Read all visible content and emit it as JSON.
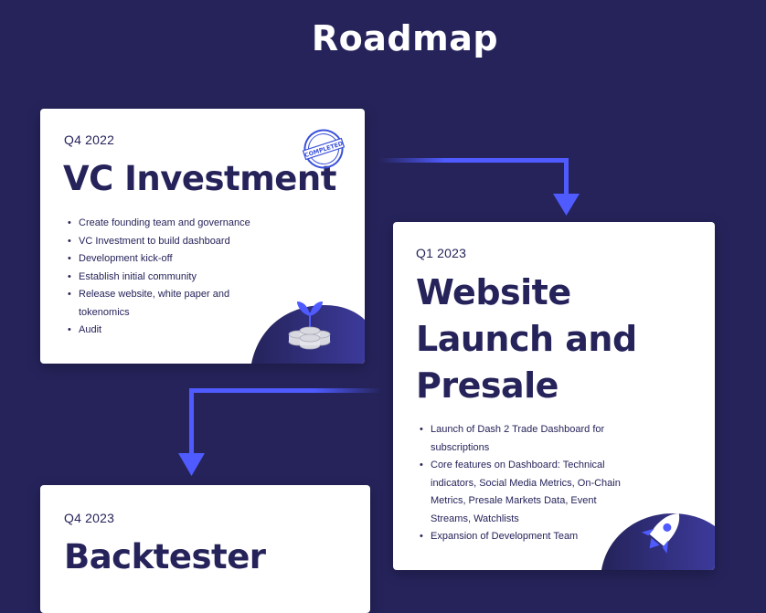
{
  "page": {
    "title": "Roadmap"
  },
  "colors": {
    "background": "#25235a",
    "card": "#ffffff",
    "text": "#25235a",
    "arrow": "#4f5bff",
    "stamp": "#3a50d9"
  },
  "icons": {
    "stamp": "completed-stamp-icon",
    "coins": "coin-stack-plant-icon",
    "rocket": "rocket-icon",
    "arrow": "down-arrow-icon"
  },
  "cards": [
    {
      "quarter": "Q4 2022",
      "title": "VC Investment",
      "stamp_text": "COMPLETED",
      "items": [
        "Create founding team and governance",
        "VC Investment to build dashboard",
        "Development kick-off",
        "Establish initial community",
        "Release website, white paper and tokenomics",
        "Audit"
      ]
    },
    {
      "quarter": "Q1 2023",
      "title": "Website Launch and Presale",
      "items": [
        "Launch of Dash 2 Trade Dashboard for subscriptions",
        "Core features on Dashboard: Technical indicators, Social Media Metrics, On-Chain Metrics, Presale Markets Data, Event Streams, Watchlists",
        "Expansion of Development Team"
      ]
    },
    {
      "quarter": "Q4 2023",
      "title": "Backtester"
    }
  ]
}
